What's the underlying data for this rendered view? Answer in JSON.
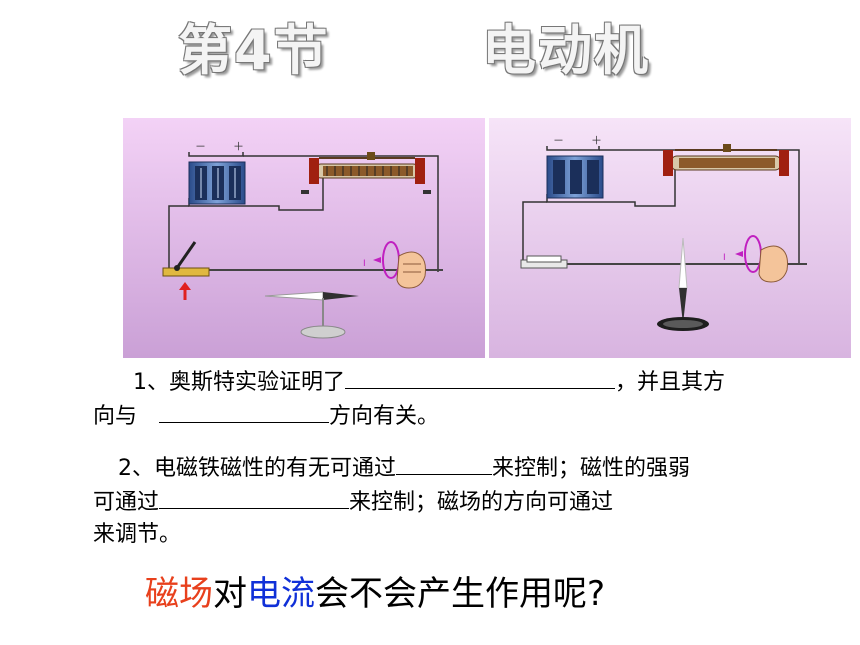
{
  "title": {
    "part1": "第4节",
    "part2": "电动机"
  },
  "figure": {
    "left": {
      "minus": "－",
      "plus": "＋",
      "current_label": "I"
    },
    "right": {
      "minus": "－",
      "plus": "＋",
      "current_label": "I"
    }
  },
  "questions": {
    "q1_a": "1、奥斯特实验证明了",
    "q1_b": "，并且其方",
    "q1_c": "向与",
    "q1_d": "方向有关。",
    "q2_a": "2、电磁铁磁性的有无可通过",
    "q2_b": "来控制；磁性的强弱",
    "q2_c": "可通过",
    "q2_d": "来控制；磁场的方向可通过",
    "q2_e": "来调节。"
  },
  "footer": {
    "w1": "磁场",
    "w2": "对",
    "w3": "电流",
    "w4": "会不会产生作用呢?",
    "colors": {
      "w1": "#e8401c",
      "w3": "#1030d8"
    }
  }
}
